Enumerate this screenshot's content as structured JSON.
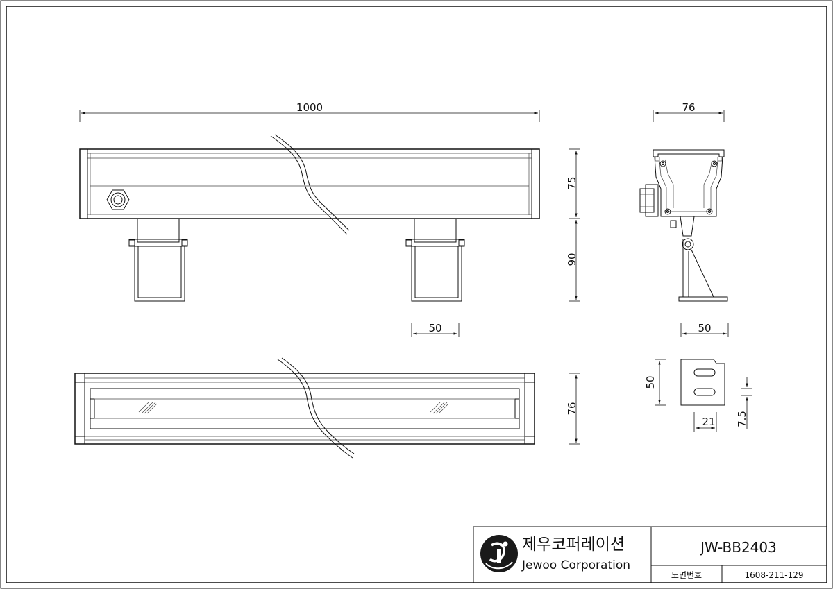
{
  "dimensions": {
    "length": "1000",
    "height_body": "75",
    "height_bracket": "90",
    "bracket_width": "50",
    "width_front": "76",
    "width_side": "76",
    "side_bracket_width": "50",
    "plate_height": "50",
    "plate_hole_offset": "21",
    "plate_slot": "7.5"
  },
  "title_block": {
    "company_korean": "제우코퍼레이션",
    "company_english": "Jewoo Corporation",
    "model": "JW-BB2403",
    "drawing_no_label": "도면번호",
    "drawing_no": "1608-211-129"
  },
  "colors": {
    "line": "#111111",
    "logo": "#1a1a1a"
  }
}
